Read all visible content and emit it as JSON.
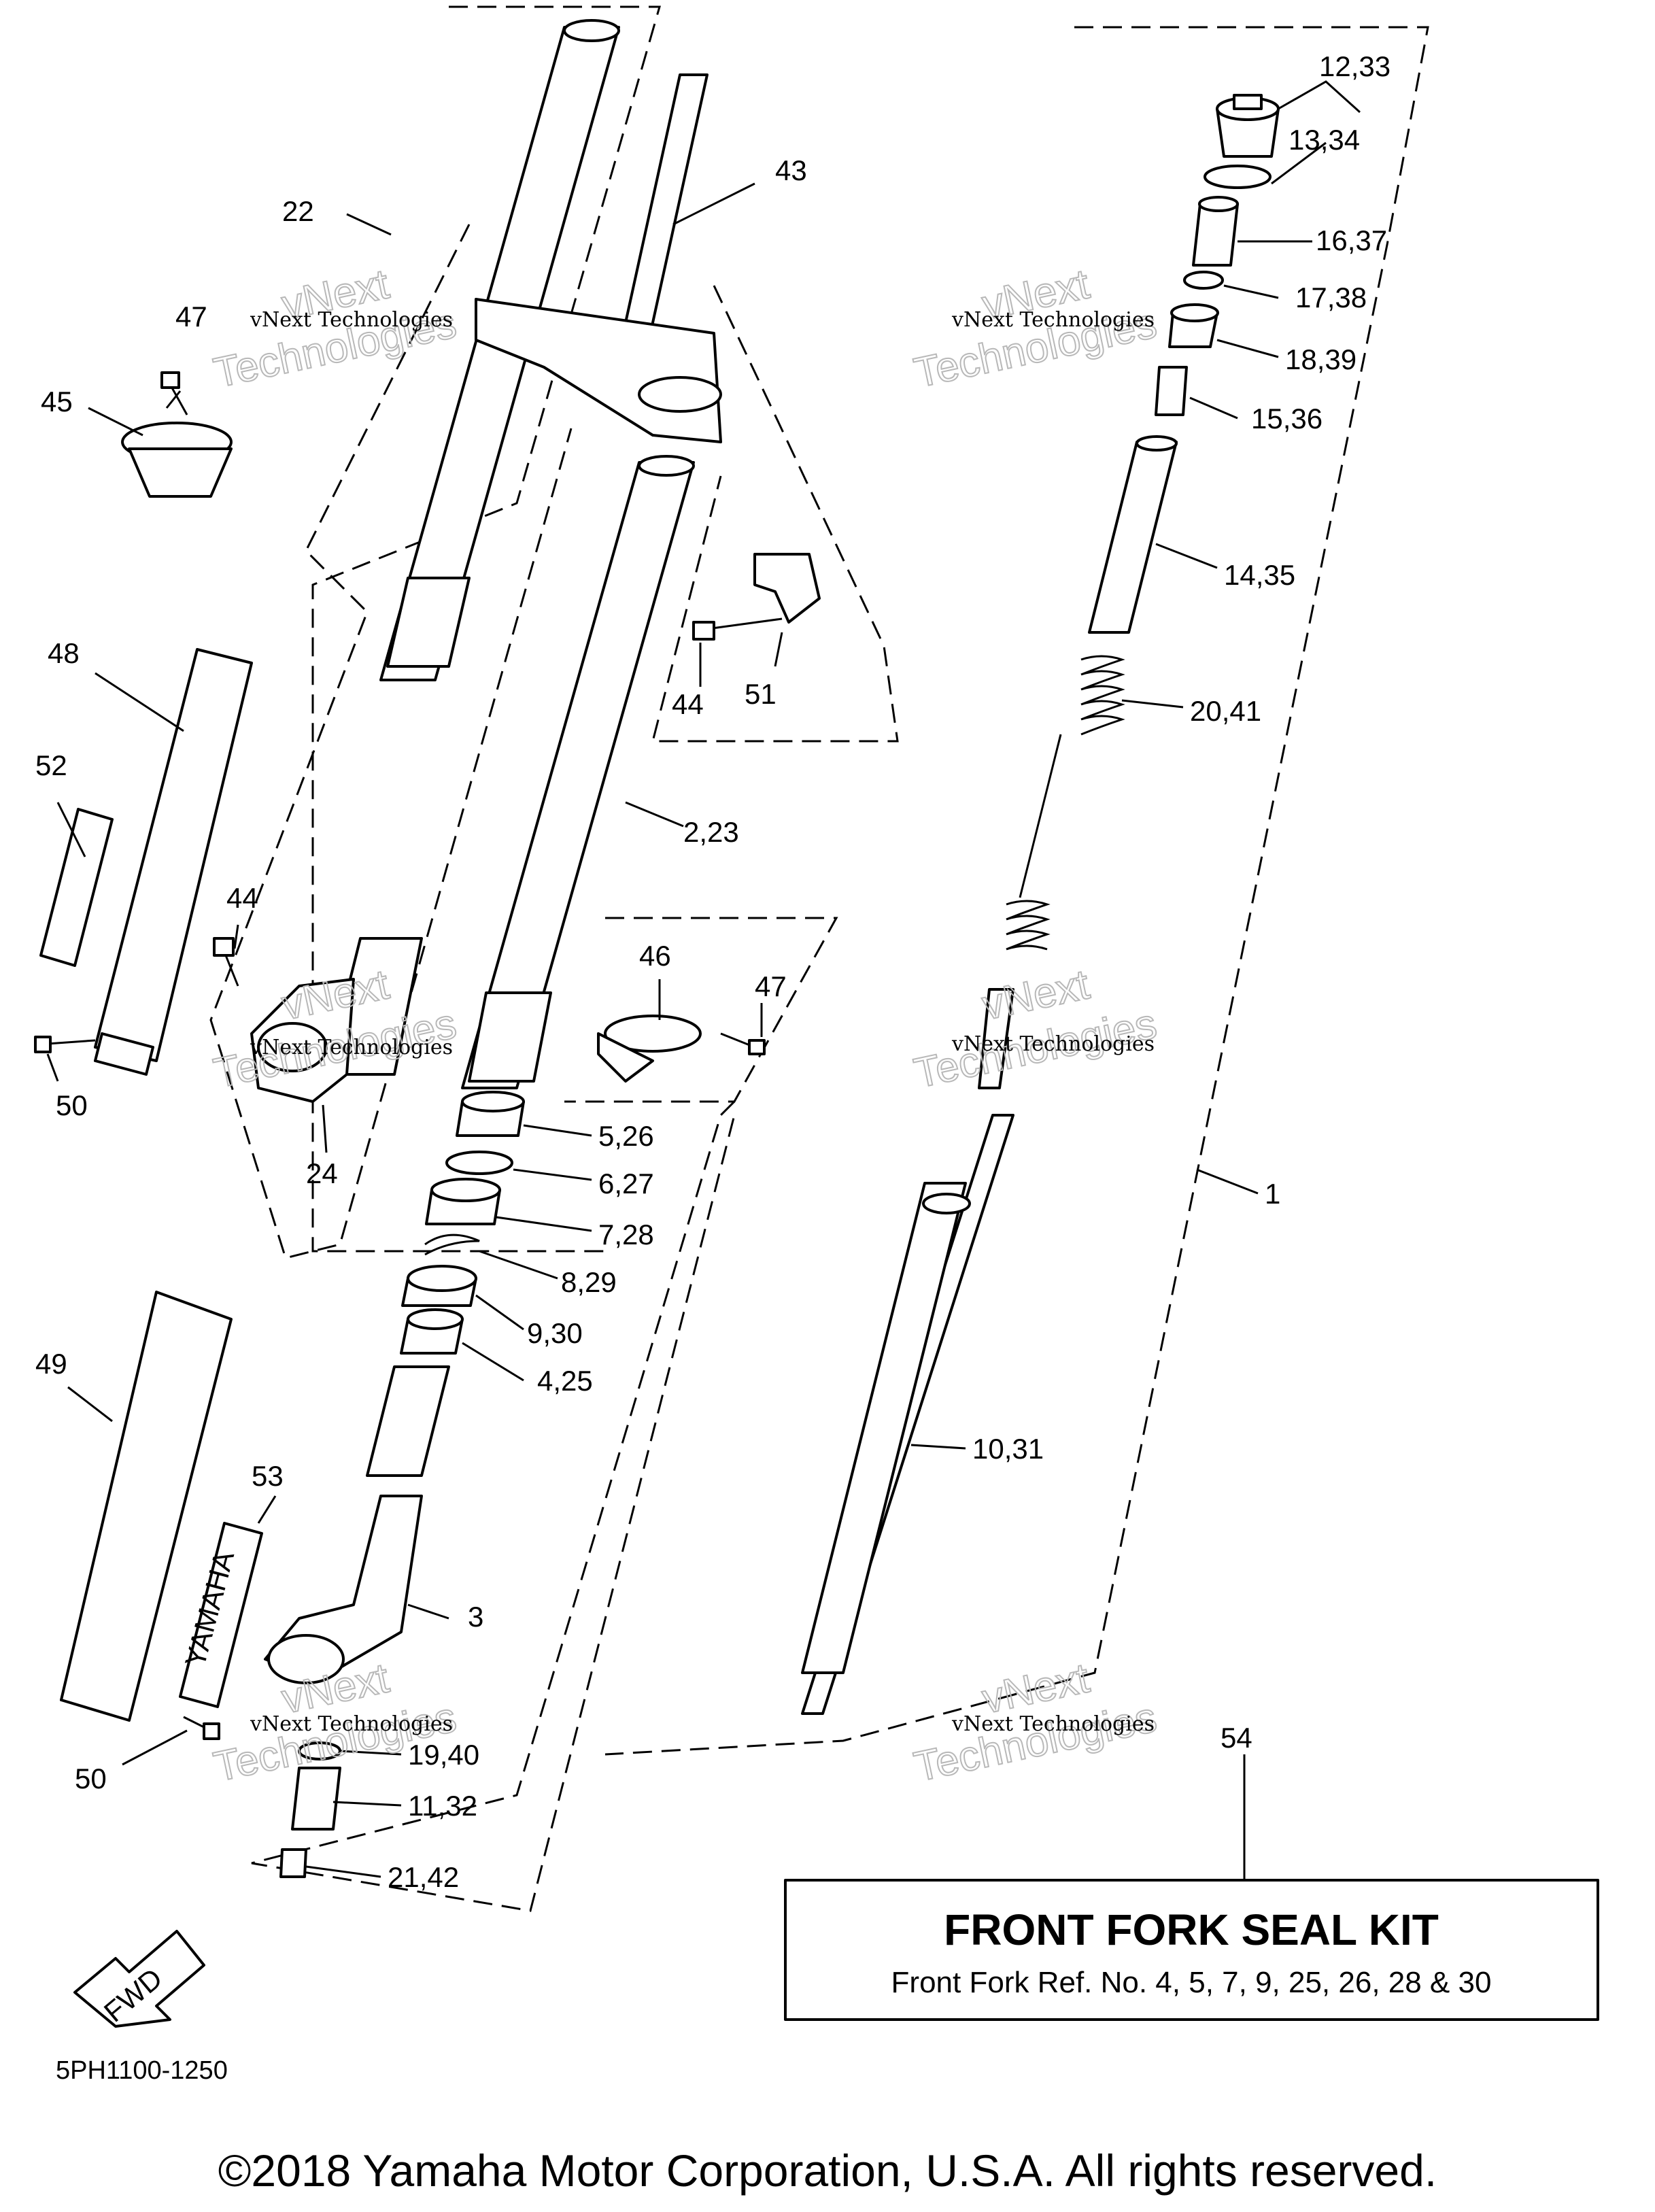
{
  "diagram": {
    "code": "5PH1100-1250",
    "copyright": "©2018 Yamaha Motor Corporation, U.S.A. All rights reserved.",
    "fwd_label": "FWD",
    "brand_decal": "YAMAHA",
    "watermark_line1": "vNext Technologies",
    "watermark_line2": "vNext",
    "watermark_line3": "Technologies",
    "kit": {
      "title": "FRONT FORK SEAL KIT",
      "subtitle": "Front Fork Ref. No. 4, 5, 7, 9, 25, 26, 28 & 30",
      "ref": "54"
    },
    "callouts": [
      "12,33",
      "13,34",
      "16,37",
      "17,38",
      "18,39",
      "15,36",
      "14,35",
      "20,41",
      "1",
      "10,31",
      "43",
      "22",
      "47",
      "45",
      "48",
      "52",
      "44",
      "50",
      "24",
      "44",
      "51",
      "2,23",
      "46",
      "47",
      "5,26",
      "6,27",
      "7,28",
      "8,29",
      "9,30",
      "4,25",
      "49",
      "53",
      "3",
      "50",
      "19,40",
      "11,32",
      "21,42"
    ]
  }
}
